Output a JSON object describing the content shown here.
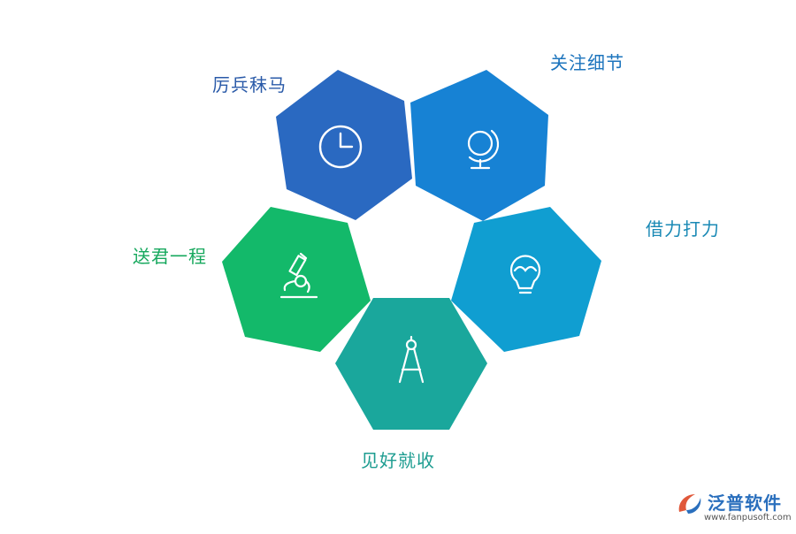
{
  "diagram": {
    "nodes": [
      {
        "id": "time",
        "label": "厉兵秣马",
        "icon": "clock-icon",
        "color": "#2a69c1",
        "label_color": "#2a5aa8"
      },
      {
        "id": "globe",
        "label": "关注细节",
        "icon": "globe-icon",
        "color": "#1782d4",
        "label_color": "#1c74bd"
      },
      {
        "id": "bulb",
        "label": "借力打力",
        "icon": "lightbulb-icon",
        "color": "#109ed1",
        "label_color": "#1989b5"
      },
      {
        "id": "compass",
        "label": "见好就收",
        "icon": "compass-icon",
        "color": "#1aa79c",
        "label_color": "#1c9c90"
      },
      {
        "id": "microscope",
        "label": "送君一程",
        "icon": "microscope-icon",
        "color": "#13b96a",
        "label_color": "#16a85d"
      }
    ]
  },
  "logo": {
    "name": "泛普软件",
    "url": "www.fanpusoft.com",
    "name_color": "#2a6fbd",
    "mark_colors": [
      "#e0583a",
      "#2a6fbd"
    ]
  }
}
